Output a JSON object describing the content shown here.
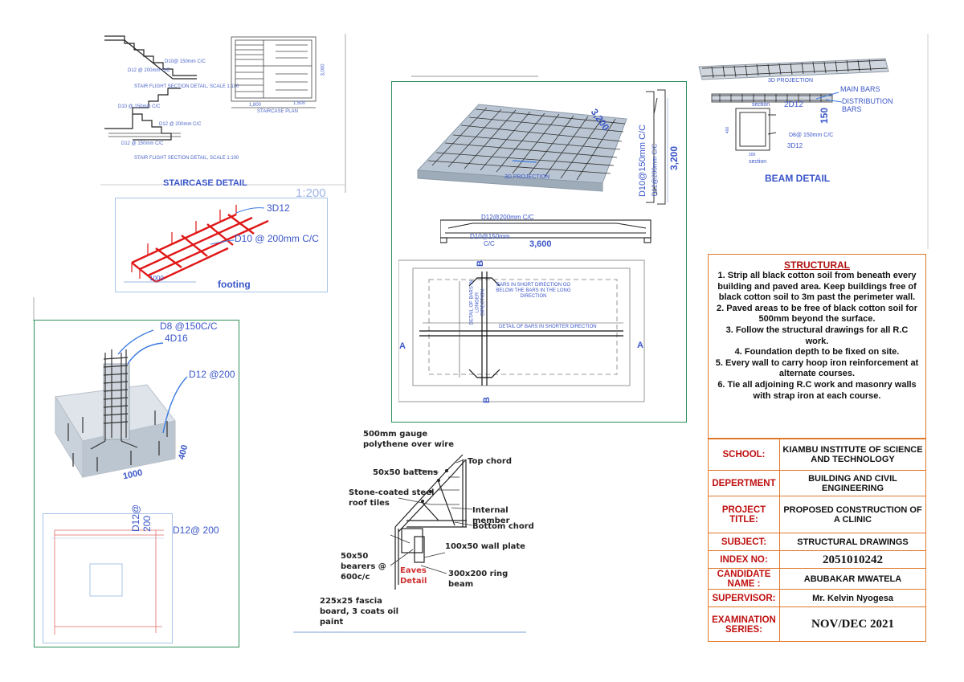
{
  "staircase": {
    "title": "STAIRCASE DETAIL",
    "rebar_top": "D10@ 150mm C/C",
    "rebar_mid": "D12 @ 200mm C/C",
    "section_top": "STAIR FLIGHT SECTION DETAIL, SCALE 1:100",
    "rebar_b1": "D10 @ 150mm C/C",
    "rebar_b2": "D12 @ 200mm C/C",
    "rebar_b3": "D12 @ 150mm C/C",
    "section_bottom": "STAIR FLIGHT SECTION DETAIL, SCALE 1:100",
    "plan_title": "STAIRCASE PLAN",
    "plan_dim_a": "1,800",
    "plan_dim_b": "1,500",
    "plan_dim_c": "3,000"
  },
  "footing": {
    "scale": "1:200",
    "main_bars": "3D12",
    "dist_bars": "D10 @ 200mm C/C",
    "width": "1000",
    "title": "footing"
  },
  "column": {
    "links": "D8 @150C/C",
    "main": "4D16",
    "base_bars": "D12 @200",
    "depth": "400",
    "width": "1000",
    "plan_bars_v": "D12@ 200",
    "plan_bars_h": "D12@ 200"
  },
  "slab": {
    "span_short": "3,200",
    "bars_long": "D10@150mm C/C",
    "bars_short": "D12@200mm C/C",
    "span_long": "3,200",
    "proj_label": "3D PROJECTION",
    "sec_top": "D12@200mm C/C",
    "sec_bot": "D10@150mm",
    "sec_bot2": "C/C",
    "sec_span": "3,600",
    "mark_b": "B",
    "mark_a": "A",
    "note_short": "BARS IN SHORT DIRECTION GO BELOW THE BARS IN THE LONG DIRECTION",
    "note_long": "DETAIL OF BARS IN LONGER DIRECTION",
    "note_horiz": "DETAIL OF BARS IN SHORTER DIRECTION"
  },
  "beam": {
    "proj_label": "3D PROJECTION",
    "main_bars": "MAIN BARS",
    "dist_bars": "DISTRIBUTION BARS",
    "top_bars": "2D12",
    "depth": "150",
    "stirrups": "D8@ 150mm C/C",
    "bottom_bars": "3D12",
    "section_a": "section",
    "section_b": "section",
    "width": "200",
    "height": "400",
    "title": "BEAM DETAIL"
  },
  "roof": {
    "polythene": "500mm gauge polythene over wire",
    "top_chord": "Top chord",
    "battens": "50x50 battens",
    "tiles": "Stone-coated steel roof tiles",
    "internal": "Internal member",
    "bottom_chord": "Bottom chord",
    "wall_plate": "100x50 wall plate",
    "bearers": "50x50 bearers @ 600c/c",
    "eaves": "Eaves Detail",
    "ring_beam": "300x200 ring beam",
    "fascia": "225x25 fascia board, 3 coats oil paint"
  },
  "notes": {
    "heading": "STRUCTURAL",
    "items": [
      "1. Strip all black cotton soil from beneath every building and paved area. Keep buildings free of black cotton soil to 3m past the perimeter wall.",
      "2. Paved areas to be free of black cotton soil for 500mm beyond the surface.",
      "3. Follow the structural drawings for all R.C work.",
      "4. Foundation depth to be fixed on site.",
      "5. Every wall to carry hoop iron reinforcement at alternate courses.",
      "6. Tie all adjoining R.C work and masonry walls with strap iron at each course."
    ]
  },
  "titleblock": {
    "school_k": "SCHOOL:",
    "school_v": "KIAMBU INSTITUTE OF SCIENCE AND TECHNOLOGY",
    "dept_k": "DEPERTMENT",
    "dept_v": "BUILDING AND CIVIL ENGINEERING",
    "project_k": "PROJECT TITLE:",
    "project_v": "PROPOSED CONSTRUCTION OF A CLINIC",
    "subject_k": "SUBJECT:",
    "subject_v": "STRUCTURAL  DRAWINGS",
    "index_k": "INDEX NO:",
    "index_v": "2051010242",
    "candidate_k": "CANDIDATE NAME :",
    "candidate_v": "ABUBAKAR MWATELA",
    "supervisor_k": "SUPERVISOR:",
    "supervisor_v": "Mr. Kelvin Nyogesa",
    "exam_k": "EXAMINATION SERIES:",
    "exam_v": "NOV/DEC 2021"
  },
  "colors": {
    "frame_green": "#2f8f5a",
    "label_blue": "#3a56c8",
    "rebar_red": "#e01818",
    "table_orange": "#e0782a",
    "key_red": "#c01010"
  }
}
